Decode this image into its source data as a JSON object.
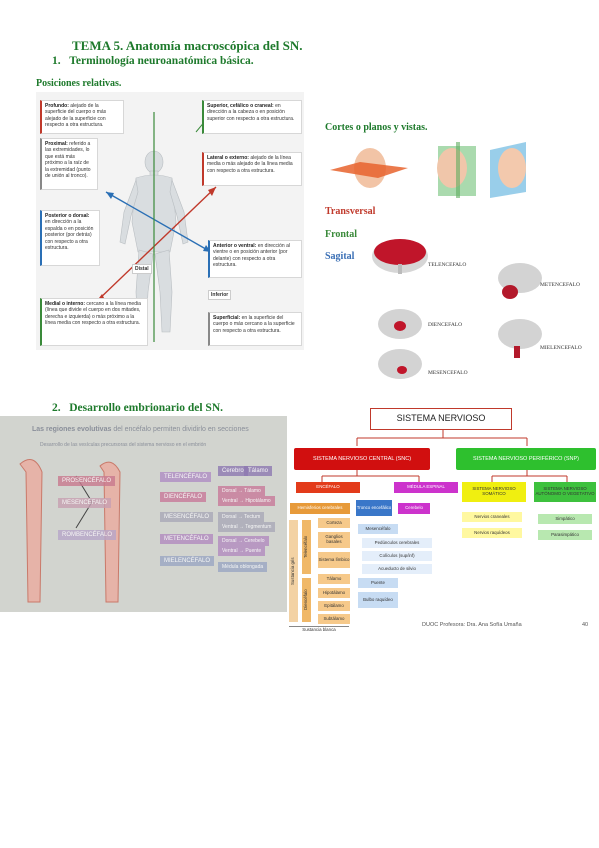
{
  "heading": {
    "title": "TEMA 5. Anatomía macroscópica del SN.",
    "section1": "1.   Terminología neuroanatómica básica.",
    "positions": "Posiciones relativas.",
    "section2": "2.   Desarrollo embrionario del SN."
  },
  "anatomy": {
    "profundo_t": "Profundo:",
    "profundo_d": "alejado de la superficie del cuerpo o más alejado de la superficie con respecto a otra estructura.",
    "proximal_t": "Proximal:",
    "proximal_d": "referido a las extremidades, lo que está más próximo a la raíz de la extremidad (punto de unión al tronco).",
    "posterior_t": "Posterior o dorsal:",
    "posterior_d": "en dirección a la espalda o en posición posterior (por detrás) con respecto a otra estructura.",
    "medial_t": "Medial o interno:",
    "medial_d": "cercano a la línea media (línea que divide el cuerpo en dos mitades, derecha e izquierda) o más próximo a la línea media con respecto a otra estructura.",
    "superior_t": "Superior, cefálico o craneal:",
    "superior_d": "en dirección a la cabeza o en posición superior con respecto a otra estructura.",
    "lateral_t": "Lateral o externo:",
    "lateral_d": "alejado de la línea media o más alejado de la línea media con respecto a otra estructura.",
    "anterior_t": "Anterior o ventral:",
    "anterior_d": "en dirección al vientre o en posición anterior (por delante) con respecto a otra estructura.",
    "superficial_t": "Superficial:",
    "superficial_d": "en la superficie del cuerpo o más cercano a la superficie con respecto a otra estructura.",
    "distal": "Distal",
    "inferior": "Inferior"
  },
  "planes": {
    "title": "Cortes o planos y vistas.",
    "transversal": "Transversal",
    "frontal": "Frontal",
    "sagital": "Sagital",
    "colors": {
      "transversal": "#c0392b",
      "frontal": "#3a8a3a",
      "sagital": "#3a6fb5"
    }
  },
  "brain_regions": [
    "TELENCEFALO",
    "METENCEFALO",
    "DIENCEFALO",
    "MIELENCEFALO",
    "MESENCEFALO"
  ],
  "embryo": {
    "title_a": "Las regiones evolutivas",
    "title_b": " del encéfalo permiten dividirlo en secciones",
    "subtitle": "Desarrollo de las vesículas precursoras del sistema nervioso en el embrión",
    "left_tags": [
      "PROSENCÉFALO",
      "MESENCÉFALO",
      "ROMBENCÉFALO"
    ],
    "mid_tags": [
      "TELENCÉFALO",
      "DIENCÉFALO",
      "MESENCÉFALO",
      "METENCÉFALO",
      "MIELENCÉFALO"
    ],
    "right_tags": [
      "Cerebro",
      "Tálamo",
      "Dorsal → Tálamo",
      "Ventral → Hipotálamo",
      "Dorsal → Tectum",
      "Ventral → Tegmentum",
      "Dorsal → Cerebelo",
      "Ventral → Puente",
      "Médula oblongada"
    ]
  },
  "sn": {
    "title": "SISTEMA NERVIOSO",
    "central": "SISTEMA NERVIOSO CENTRAL (SNC)",
    "peripheral": "SISTEMA NERVIOSO PERIFÉRICO (SNP)",
    "encefalo": "ENCÉFALO",
    "medula": "MÉDULA ESPINAL",
    "somatico": "SISTEMA NERVIOSO SOMÁTICO",
    "autonomo": "SISTEMA NERVIOSO AUTÓNOMO O VEGETATIVO",
    "hemisferios": "Hemisferios cerebrales",
    "tronco": "Tronco encefálico",
    "cerebelo": "Cerebelo",
    "telencefalo": "Telencéfalo",
    "diencefalo": "Diencéfalo",
    "sustancia_gris": "Sustancia gris",
    "sustancia_blanca": "Sustancia blanca",
    "corteza": "Corteza",
    "ganglios": "Ganglios basales",
    "limbico": "Sistema límbico",
    "talamo": "Tálamo",
    "hipotalamo": "Hipotálamo",
    "epitalamo": "Epitálamo",
    "subtalamo": "Subtálamo",
    "mesencefalo": "Mesencéfalo",
    "pedunculos": "Pedúnculos cerebrales",
    "coliculos": "Colículos (sup/inf)",
    "acueducto": "Acueducto de silvio",
    "puente": "Puente",
    "bulbo": "Bulbo raquídeo",
    "nervios_craneales": "Nervios craneales",
    "nervios_raquideos": "Nervios raquídeos",
    "simpatico": "Simpático",
    "parasimpatico": "Parasimpático",
    "footer": "DUOC  Profesora: Dra. Ana Sofía Umaña",
    "page": "40"
  }
}
